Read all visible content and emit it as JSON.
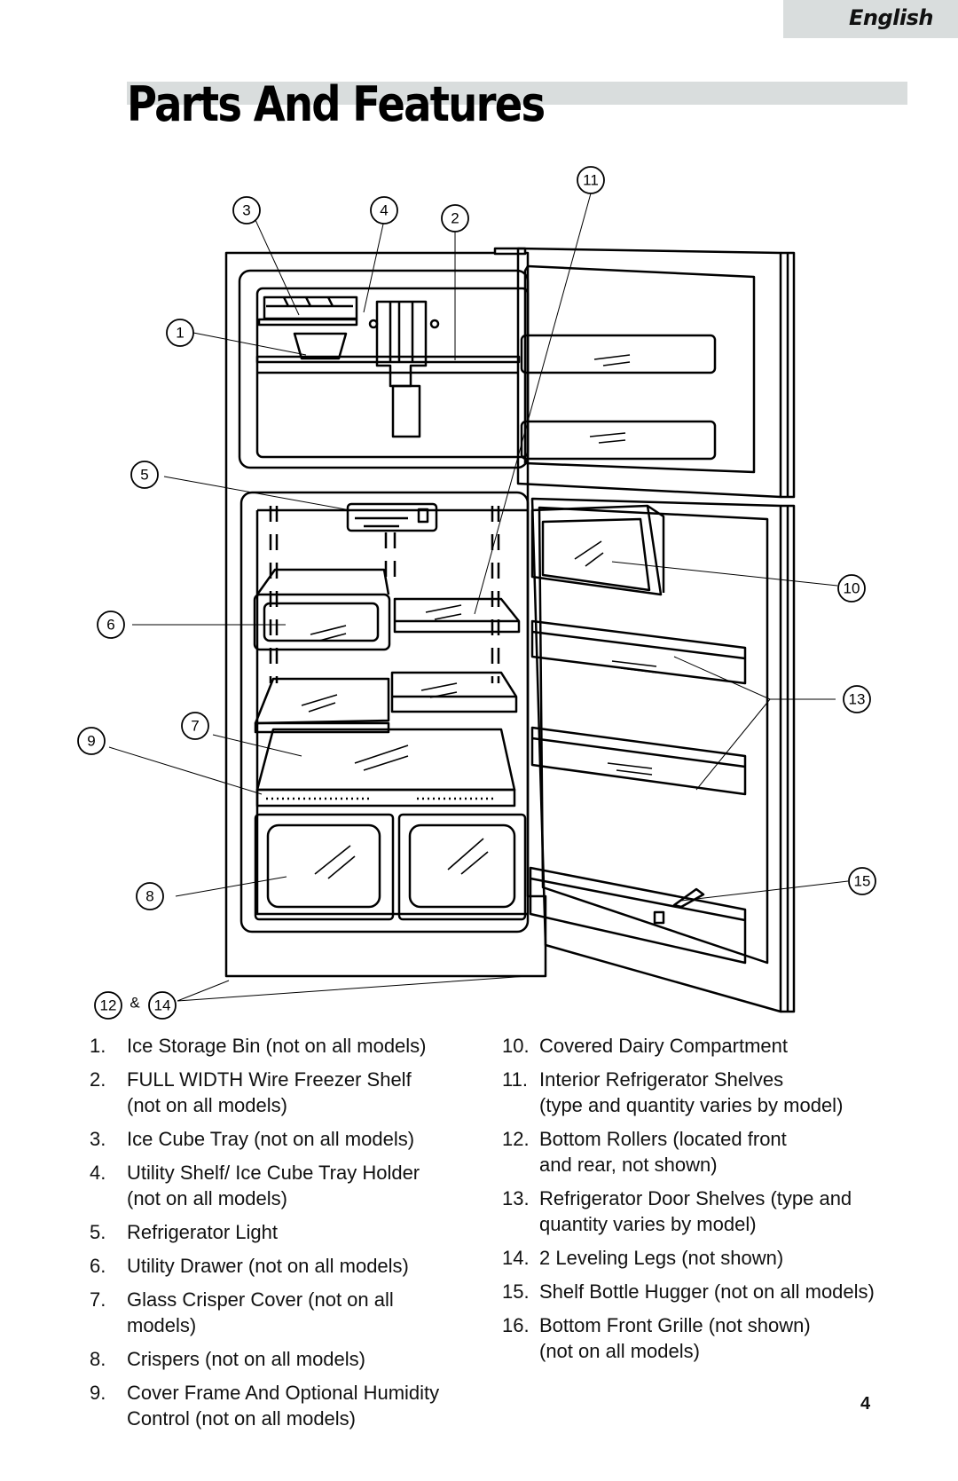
{
  "header": {
    "language": "English",
    "title": "Parts And Features"
  },
  "diagram": {
    "callouts": [
      "11",
      "3",
      "4",
      "2",
      "1",
      "5",
      "10",
      "6",
      "13",
      "7",
      "9",
      "15",
      "8",
      "12",
      "&",
      "14"
    ]
  },
  "parts_left": [
    {
      "num": "1.",
      "lines": [
        "Ice Storage Bin (not on all models)"
      ]
    },
    {
      "num": "2.",
      "lines": [
        "FULL WIDTH Wire Freezer Shelf",
        "(not on all models)"
      ]
    },
    {
      "num": "3.",
      "lines": [
        "Ice Cube Tray (not on all models)"
      ]
    },
    {
      "num": "4.",
      "lines": [
        "Utility Shelf/ Ice Cube Tray Holder",
        "(not on all models)"
      ]
    },
    {
      "num": "5.",
      "lines": [
        "Refrigerator Light"
      ]
    },
    {
      "num": "6.",
      "lines": [
        "Utility Drawer (not on all models)"
      ]
    },
    {
      "num": "7.",
      "lines": [
        "Glass Crisper Cover (not on all",
        "models)"
      ]
    },
    {
      "num": "8.",
      "lines": [
        "Crispers (not on all models)"
      ]
    },
    {
      "num": "9.",
      "lines": [
        "Cover Frame And Optional Humidity",
        "Control (not on all models)"
      ]
    }
  ],
  "parts_right": [
    {
      "num": "10.",
      "lines": [
        "Covered Dairy Compartment"
      ]
    },
    {
      "num": "11.",
      "lines": [
        "Interior Refrigerator Shelves",
        "(type and quantity varies by model)"
      ]
    },
    {
      "num": "12.",
      "lines": [
        "Bottom Rollers (located front",
        "and rear, not shown)"
      ]
    },
    {
      "num": "13.",
      "lines": [
        "Refrigerator Door Shelves (type and",
        "quantity varies by model)"
      ]
    },
    {
      "num": "14.",
      "lines": [
        "2 Leveling Legs (not shown)"
      ]
    },
    {
      "num": "15.",
      "lines": [
        "Shelf Bottle Hugger (not on all models)"
      ]
    },
    {
      "num": "16.",
      "lines": [
        "Bottom Front Grille (not shown)",
        "(not on all models)"
      ]
    }
  ],
  "footer": {
    "page_number": "4"
  }
}
